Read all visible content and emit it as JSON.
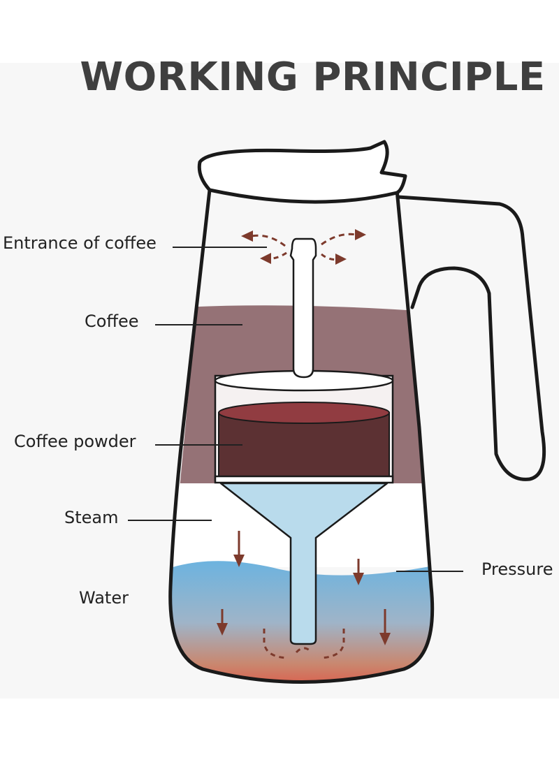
{
  "title": "WORKING PRINCIPLE",
  "labels": {
    "entrance_of_coffee": "Entrance of coffee",
    "coffee": "Coffee",
    "coffee_powder": "Coffee powder",
    "steam": "Steam",
    "water": "Water",
    "pressure": "Pressure"
  },
  "colors": {
    "coffee": "#957276",
    "coffee_powder_dark": "#5c3133",
    "coffee_powder_top": "#913c41",
    "funnel": "#b9dbec",
    "water_top": "#6cb3df",
    "water_bottom": "#e54a3a",
    "arrow": "#7d3a2c",
    "outline": "#1a1a1a"
  }
}
